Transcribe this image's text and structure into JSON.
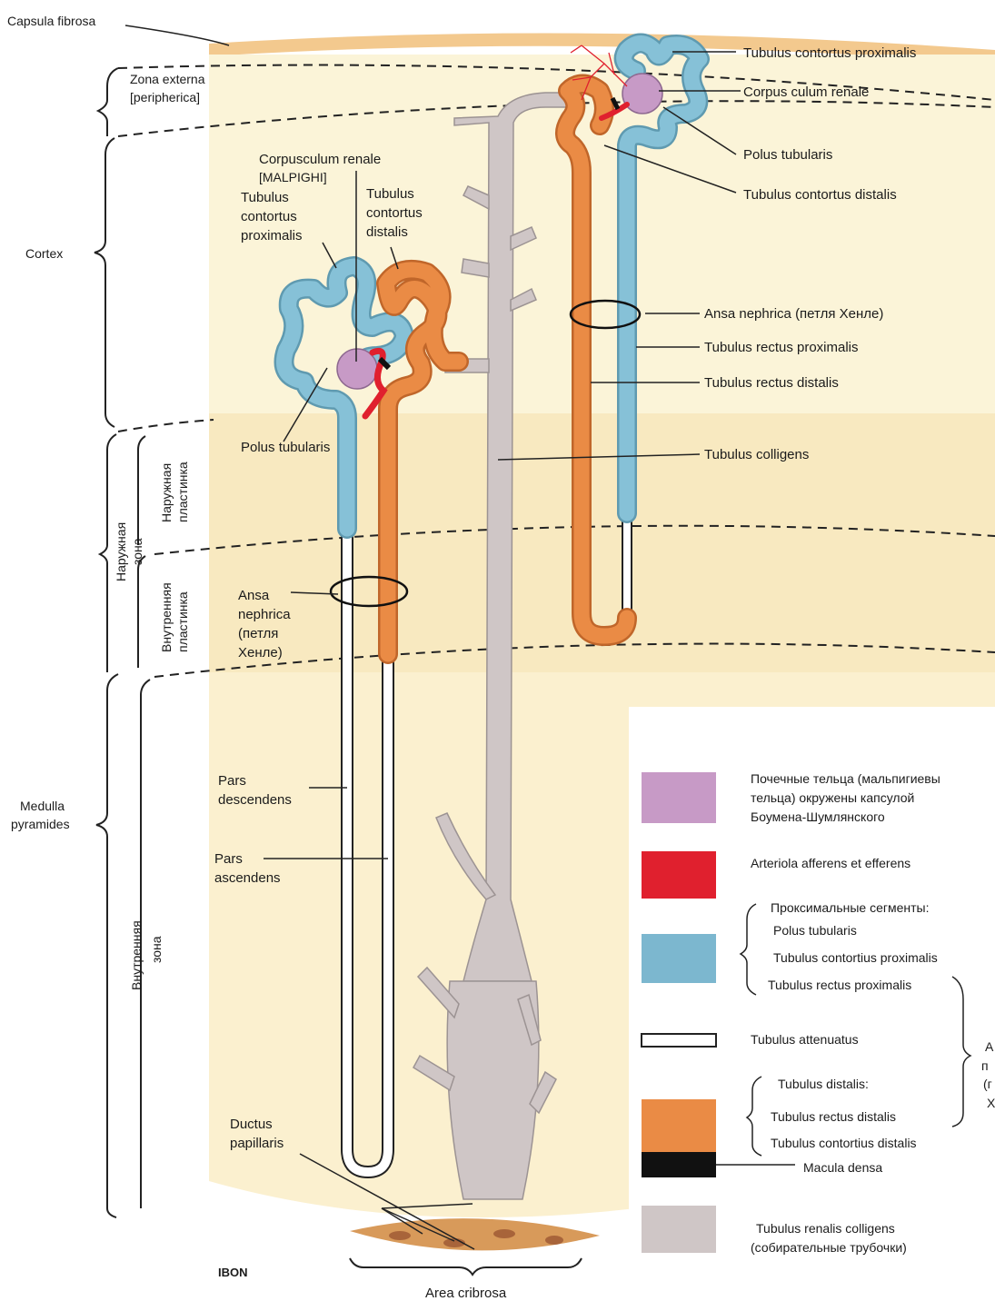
{
  "labels": {
    "capsula_fibrosa": "Capsula fibrosa",
    "zona_externa_1": "Zona externa",
    "zona_externa_2": "[peripherica]",
    "cortex": "Cortex",
    "medulla_1": "Medulla",
    "medulla_2": "pyramides",
    "outer_zone_1": "Наружная",
    "outer_zone_2": "зона",
    "outer_plate_1": "Наружная",
    "outer_plate_2": "пластинка",
    "inner_plate_1": "Внутренняя",
    "inner_plate_2": "пластинка",
    "inner_zone_1": "Внутренняя",
    "inner_zone_2": "зона",
    "corpusculum_1": "Corpusculum renale",
    "corpusculum_2": "[MALPIGHI]",
    "tcp_left_1": "Tubulus",
    "tcp_left_2": "contortus",
    "tcp_left_3": "proximalis",
    "tcd_left_1": "Tubulus",
    "tcd_left_2": "contortus",
    "tcd_left_3": "distalis",
    "polus_left": "Polus tubularis",
    "ansa_left_1": "Ansa",
    "ansa_left_2": "nephrica",
    "ansa_left_3": "(петля",
    "ansa_left_4": "Хенле)",
    "pars_desc_1": "Pars",
    "pars_desc_2": "descendens",
    "pars_asc_1": "Pars",
    "pars_asc_2": "ascendens",
    "ductus_1": "Ductus",
    "ductus_2": "papillaris",
    "area_cribrosa": "Area cribrosa",
    "tcp_right": "Tubulus contortus proximalis",
    "corpus_right": "Corpus culum renale",
    "polus_right": "Polus tubularis",
    "tcd_right": "Tubulus contortus distalis",
    "ansa_right": "Ansa nephrica (петля Хенле)",
    "trp_right": "Tubulus rectus proximalis",
    "trd_right": "Tubulus rectus distalis",
    "colligens": "Tubulus colligens",
    "logo": "IBON"
  },
  "legend": {
    "corpuscles_1": "Почечные тельца (мальпигиевы",
    "corpuscles_2": "тельца) окружены капсулой",
    "corpuscles_3": "Боумена-Шумлянского",
    "arteriola": "Arteriola afferens et efferens",
    "prox_head": "Проксимальные сегменты:",
    "prox_1": "Polus tubularis",
    "prox_2": "Tubulus contortius proximalis",
    "prox_3": "Tubulus rectus proximalis",
    "attenuatus": "Tubulus attenuatus",
    "dist_head": "Tubulus distalis:",
    "dist_1": "Tubulus rectus distalis",
    "dist_2": "Tubulus contortius distalis",
    "macula": "Macula densa",
    "colligens_1": "Tubulus renalis colligens",
    "colligens_2": "(собирательные трубочки)",
    "henle_1": "А",
    "henle_2": "п",
    "henle_3": "(г",
    "henle_4": "Х"
  },
  "colors": {
    "capsule": "#f3c98e",
    "cortex": "#fbf4d8",
    "outer_zone": "#f9ecc4",
    "medulla": "#fbf1d0",
    "corpuscle": "#c79ac6",
    "arteriole": "#e0202e",
    "proximal": "#7cb7cf",
    "distal": "#e7873f",
    "macula": "#111111",
    "collecting": "#cfc6c6"
  }
}
